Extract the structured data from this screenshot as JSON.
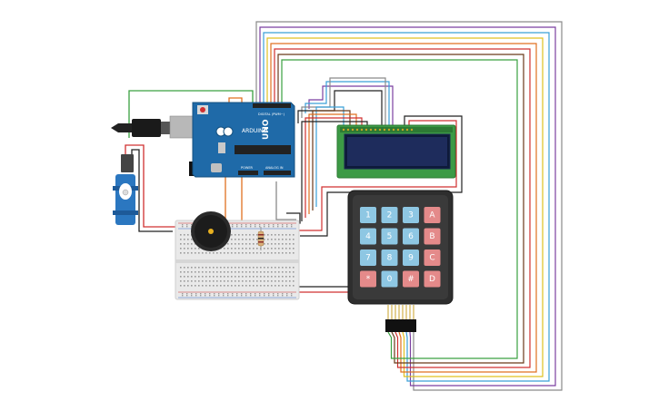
{
  "board": {
    "brand": "UNO",
    "model": "ARDUINO",
    "digital_label": "DIGITAL (PWM~)",
    "analog_label": "ANALOG IN",
    "power_label": "POWER"
  },
  "keypad": {
    "rows": [
      [
        {
          "label": "1",
          "kind": "num"
        },
        {
          "label": "2",
          "kind": "num"
        },
        {
          "label": "3",
          "kind": "num"
        },
        {
          "label": "A",
          "kind": "letter"
        }
      ],
      [
        {
          "label": "4",
          "kind": "num"
        },
        {
          "label": "5",
          "kind": "num"
        },
        {
          "label": "6",
          "kind": "num"
        },
        {
          "label": "B",
          "kind": "letter"
        }
      ],
      [
        {
          "label": "7",
          "kind": "num"
        },
        {
          "label": "8",
          "kind": "num"
        },
        {
          "label": "9",
          "kind": "num"
        },
        {
          "label": "C",
          "kind": "letter"
        }
      ],
      [
        {
          "label": "*",
          "kind": "letter"
        },
        {
          "label": "0",
          "kind": "num"
        },
        {
          "label": "#",
          "kind": "letter"
        },
        {
          "label": "D",
          "kind": "letter"
        }
      ]
    ]
  },
  "colors": {
    "num_key": "#8ec7e3",
    "letter_key": "#e48a8a",
    "keypad_body": "#2e2e2e",
    "lcd_board": "#3c9a45",
    "lcd_screen": "#1e2c5c",
    "arduino": "#1f6aa8",
    "servo": "#2b77c0",
    "wire_colors": [
      "#7b3fa0",
      "#8a8a8a",
      "#3aa0d8",
      "#e0c020",
      "#e07020",
      "#d03030",
      "#6a3a1a",
      "#3aa040",
      "#222222"
    ]
  }
}
